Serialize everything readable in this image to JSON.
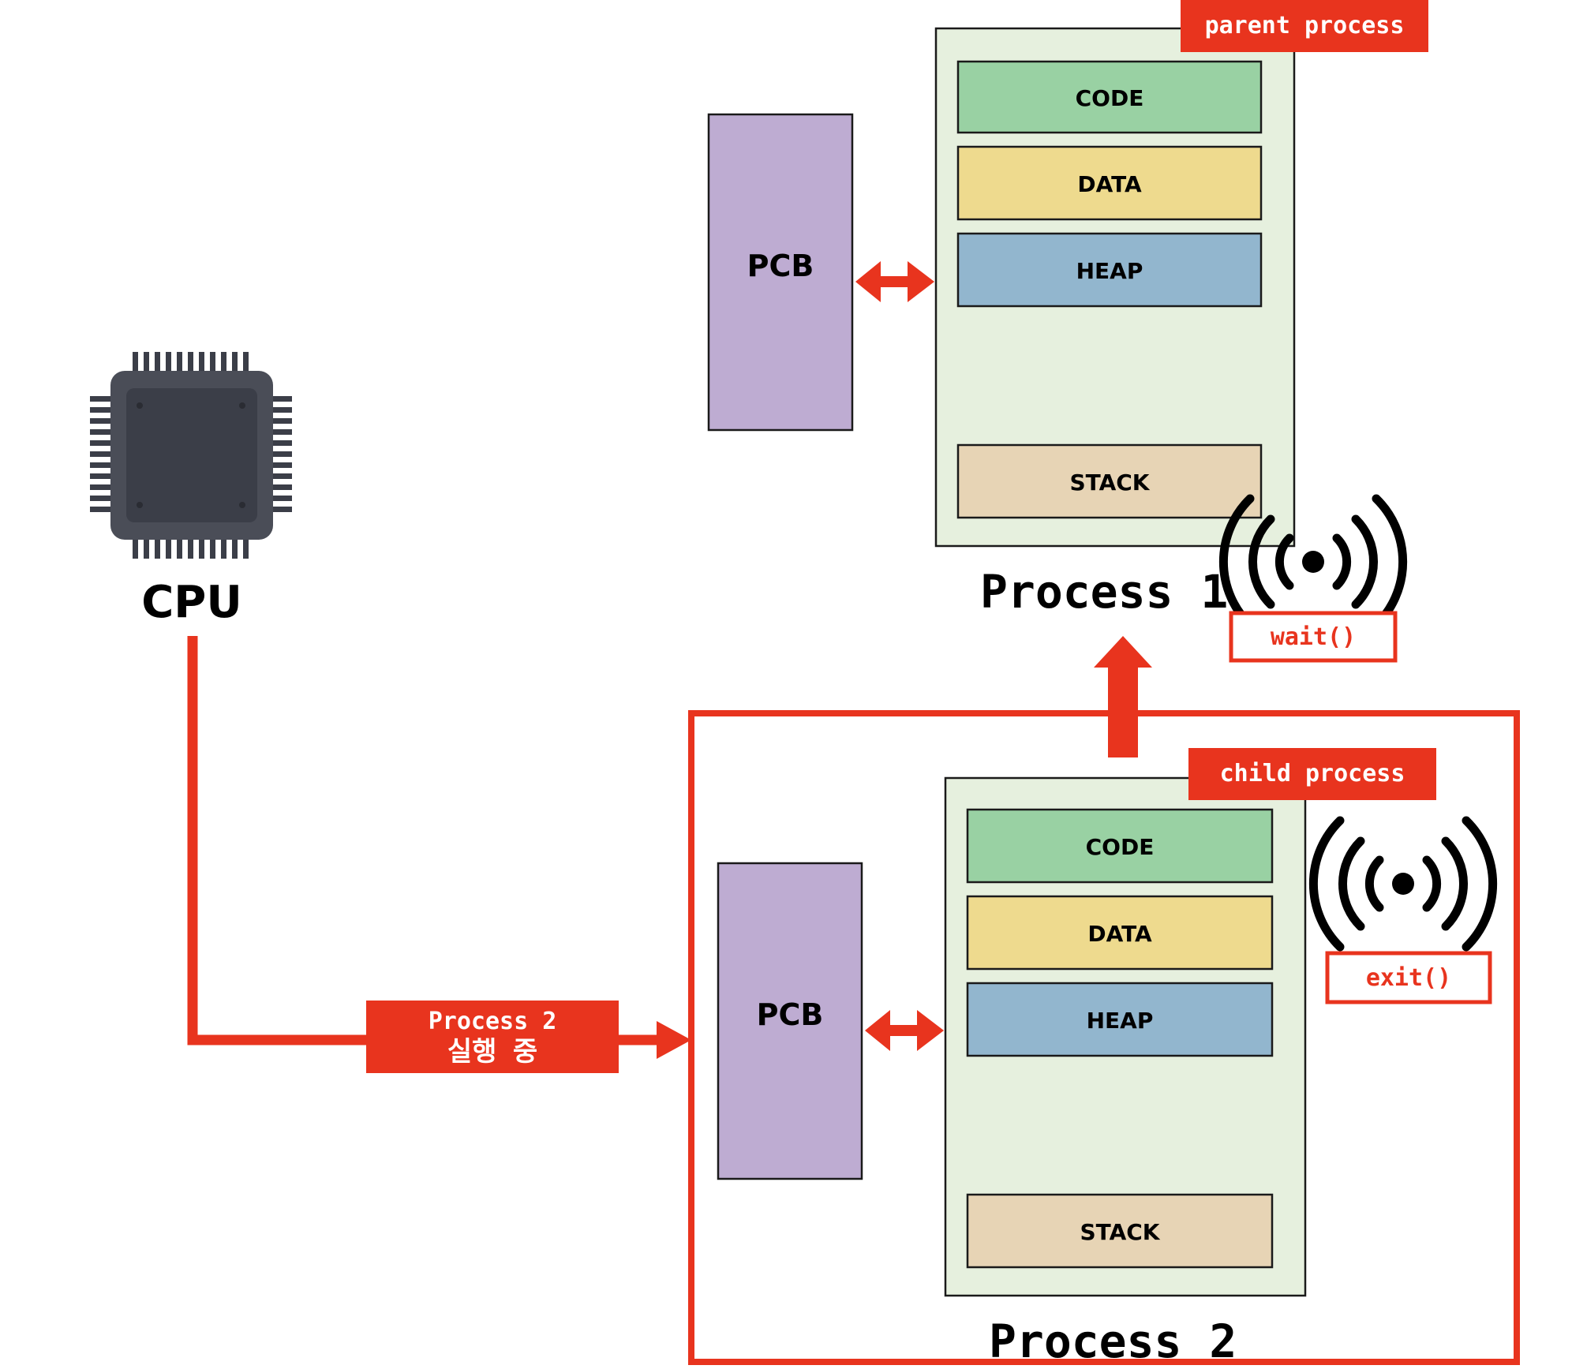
{
  "colors": {
    "accent_red": "#E8341E",
    "pcb_purple": "#BEACD2",
    "code_green": "#99D1A3",
    "data_yellow": "#EEDA8E",
    "heap_blue": "#92B6CE",
    "stack_tan": "#E7D4B5",
    "memory_bg": "#E6F0DE",
    "cpu_body": "#4A4D57",
    "cpu_core": "#3B3E48",
    "cpu_pins": "#3B3E48"
  },
  "icons": [
    "cpu-chip-icon",
    "signal-broadcast-icon",
    "double-arrow-icon",
    "up-arrow-icon",
    "right-arrow-icon"
  ],
  "cpu": {
    "label": "CPU"
  },
  "connector": {
    "line1": "Process 2",
    "line2": "실행 중"
  },
  "process1": {
    "tag": "parent process",
    "pcb": "PCB",
    "segments": {
      "code": "CODE",
      "data": "DATA",
      "heap": "HEAP",
      "stack": "STACK"
    },
    "title": "Process 1",
    "signal_call": "wait()"
  },
  "process2": {
    "tag": "child process",
    "pcb": "PCB",
    "segments": {
      "code": "CODE",
      "data": "DATA",
      "heap": "HEAP",
      "stack": "STACK"
    },
    "title": "Process 2",
    "signal_call": "exit()"
  }
}
